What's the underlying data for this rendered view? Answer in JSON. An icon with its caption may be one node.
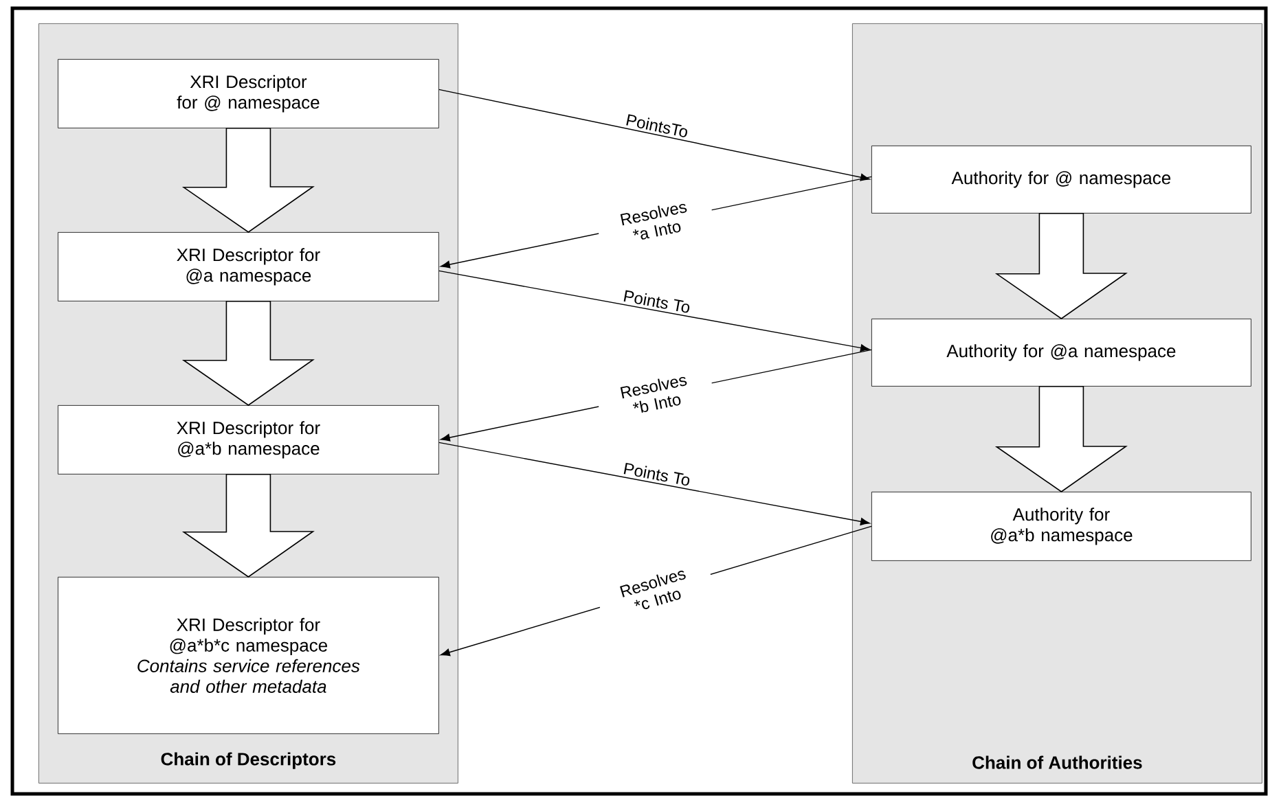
{
  "diagram": {
    "nodes": [
      {
        "text": [
          "Chain of Descriptors"
        ]
      },
      {
        "text": [
          "XRI Descriptor for @ namespace"
        ],
        "in": 0
      },
      {
        "text": [
          "XRI Descriptor for @a namespace"
        ],
        "in": 0
      },
      {
        "text": [
          "XRI Descriptor for @a*b namespace"
        ],
        "in": 0
      },
      {
        "text": [
          "XRI Descriptor for @a*b*c namespace",
          "Contains service references and other metadata"
        ],
        "in": 0
      },
      {
        "text": [
          "Chain of Authorities"
        ]
      },
      {
        "text": [
          "Authority for @ namespace"
        ],
        "in": 5
      },
      {
        "text": [
          "Authority for @a namespace"
        ],
        "in": 5
      },
      {
        "text": [
          "Authority for @a*b namespace"
        ],
        "in": 5
      }
    ],
    "edges": [
      {
        "from": 1,
        "to": 2,
        "arrow": "to",
        "style": "thick"
      },
      {
        "from": 2,
        "to": 3,
        "arrow": "to",
        "style": "thick"
      },
      {
        "from": 3,
        "to": 4,
        "arrow": "to",
        "style": "thick"
      },
      {
        "from": 6,
        "to": 7,
        "arrow": "to",
        "style": "thick"
      },
      {
        "from": 7,
        "to": 8,
        "arrow": "to",
        "style": "thick"
      },
      {
        "from": 1,
        "to": 6,
        "arrow": "to",
        "label": "PointsTo"
      },
      {
        "from": 6,
        "to": 2,
        "arrow": "to",
        "label": "Resolves *a Into"
      },
      {
        "from": 2,
        "to": 7,
        "arrow": "to",
        "label": "Points To"
      },
      {
        "from": 7,
        "to": 3,
        "arrow": "to",
        "label": "Resolves *b Into"
      },
      {
        "from": 3,
        "to": 8,
        "arrow": "to",
        "label": "Points To"
      },
      {
        "from": 8,
        "to": 4,
        "arrow": "to",
        "label": "Resolves *c Into"
      }
    ]
  }
}
